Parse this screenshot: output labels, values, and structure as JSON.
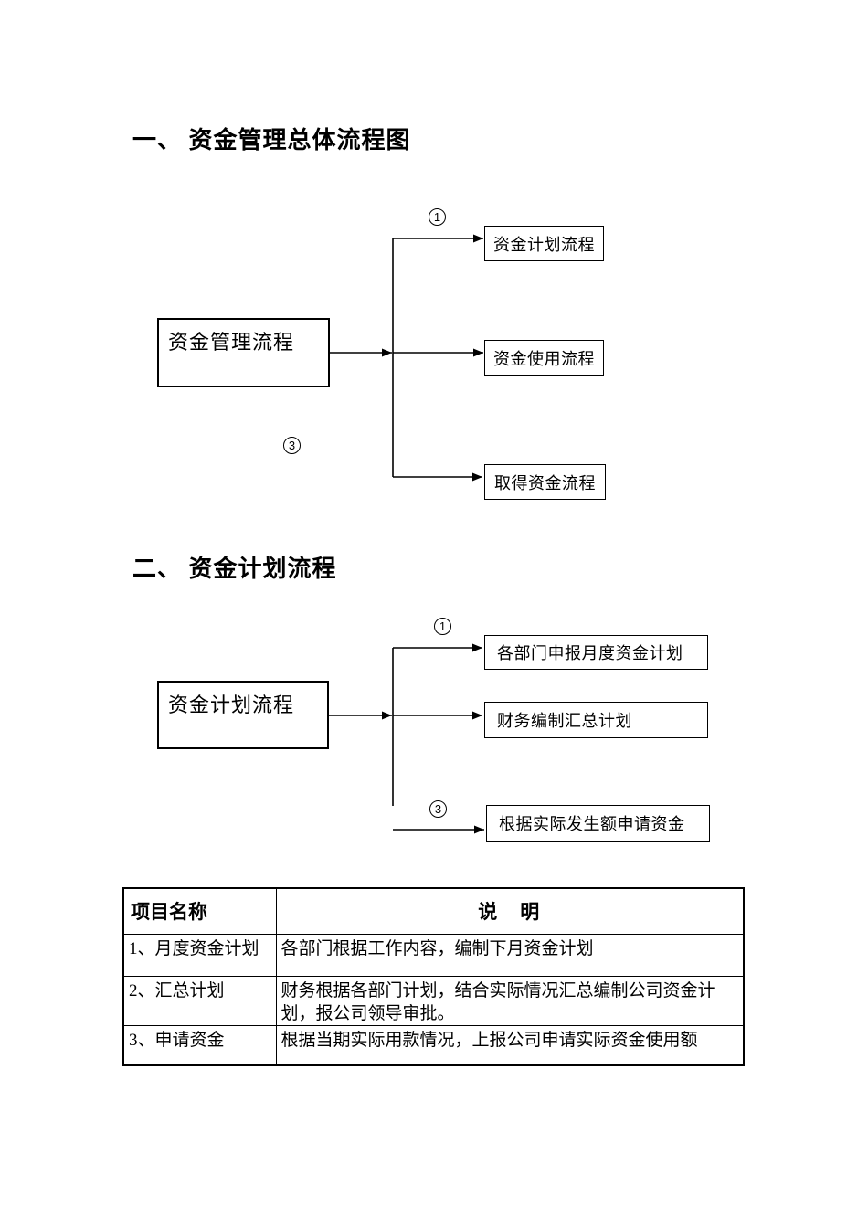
{
  "page": {
    "background": "#ffffff",
    "text_color": "#000000",
    "line_color": "#000000"
  },
  "headings": {
    "section1": "一、 资金管理总体流程图",
    "section2": "二、 资金计划流程"
  },
  "flowchart1": {
    "root": "资金管理流程",
    "branches": [
      {
        "label": "资金计划流程"
      },
      {
        "label": "资金使用流程"
      },
      {
        "label": "取得资金流程"
      }
    ],
    "markers": {
      "top": "1",
      "bottom": "3"
    }
  },
  "flowchart2": {
    "root": "资金计划流程",
    "branches": [
      {
        "label": "各部门申报月度资金计划"
      },
      {
        "label": "财务编制汇总计划"
      },
      {
        "label": "根据实际发生额申请资金"
      }
    ],
    "markers": {
      "top": "1",
      "bottom": "3"
    }
  },
  "table": {
    "headers": {
      "col1": "项目名称",
      "col2": "说　明"
    },
    "rows": [
      {
        "name": "1、月度资金计划",
        "desc": "各部门根据工作内容，编制下月资金计划"
      },
      {
        "name": "2、汇总计划",
        "desc": "财务根据各部门计划，结合实际情况汇总编制公司资金计划，报公司领导审批。"
      },
      {
        "name": "3、申请资金",
        "desc": "根据当期实际用款情况，上报公司申请实际资金使用额"
      }
    ]
  }
}
